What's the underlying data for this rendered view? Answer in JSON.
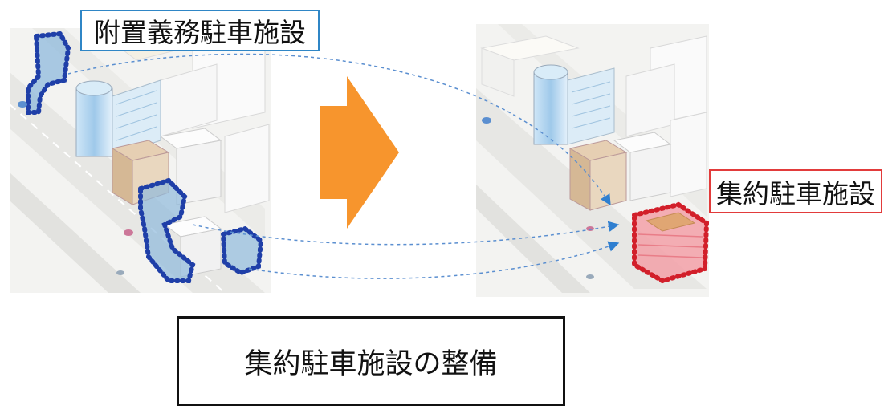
{
  "labels": {
    "before": "附置義務駐車施設",
    "after": "集約駐車施設",
    "caption": "集約駐車施設の整備"
  },
  "colors": {
    "before_outline": "#1f3fa8",
    "before_fill": "#7fb3d9",
    "after_outline": "#d21f2a",
    "after_fill": "#f2a0a8",
    "transform_arrow": "#f7952d",
    "flow_line": "#5b8fd0",
    "label_before_border": "#2f86c6",
    "label_after_border": "#e23b3b"
  }
}
